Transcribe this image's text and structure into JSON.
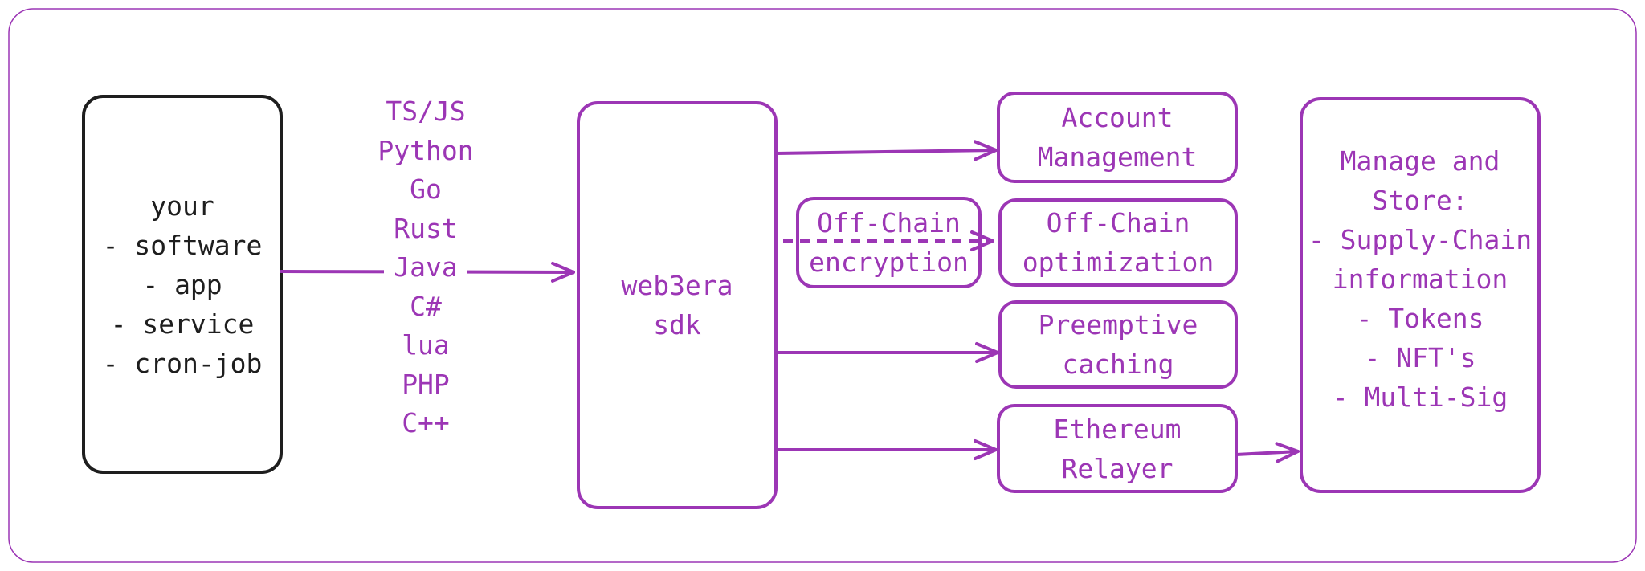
{
  "diagram": {
    "client": {
      "lines": [
        "your",
        "- software",
        "- app",
        "- service",
        "- cron-job"
      ]
    },
    "languages": [
      "TS/JS",
      "Python",
      "Go",
      "Rust",
      "Java",
      "C#",
      "lua",
      "PHP",
      "C++"
    ],
    "sdk": {
      "lines": [
        "web3era",
        "sdk"
      ]
    },
    "encryption": {
      "lines": [
        "Off-Chain",
        "encryption"
      ]
    },
    "modules": [
      {
        "id": "account-management",
        "lines": [
          "Account",
          "Management"
        ]
      },
      {
        "id": "off-chain-optimization",
        "lines": [
          "Off-Chain",
          "optimization"
        ]
      },
      {
        "id": "preemptive-caching",
        "lines": [
          "Preemptive",
          "caching"
        ]
      },
      {
        "id": "ethereum-relayer",
        "lines": [
          "Ethereum",
          "Relayer"
        ]
      }
    ],
    "store": {
      "lines": [
        "Manage and",
        "Store:",
        "- Supply-Chain",
        "information",
        "- Tokens",
        "- NFT's",
        "- Multi-Sig"
      ]
    }
  },
  "colors": {
    "accent": "#9c36b5",
    "dark": "#1e1e1e",
    "frame": "#9c36b5"
  }
}
